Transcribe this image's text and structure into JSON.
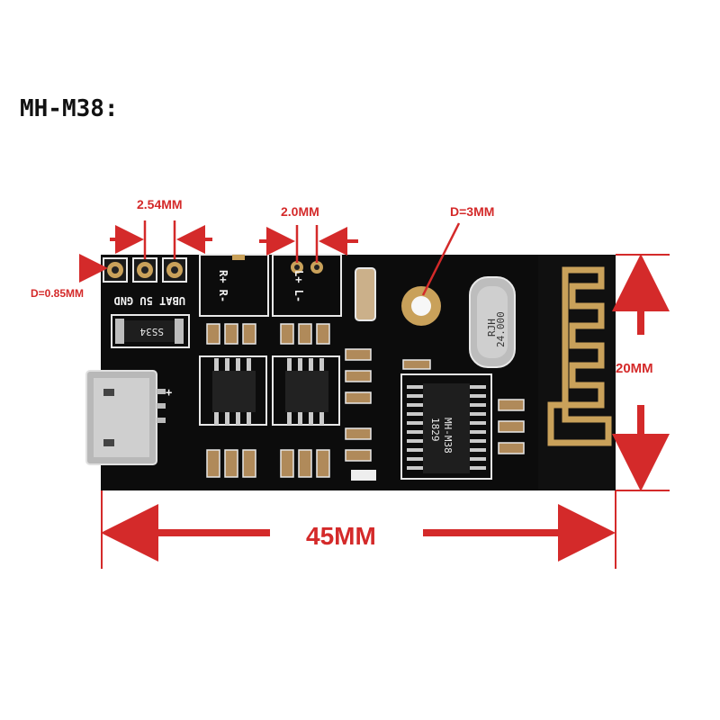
{
  "title": "MH-M38:",
  "dimensions": {
    "pin_pitch_vbat": "2.54MM",
    "pin_pitch_speaker": "2.0MM",
    "hole_diameter": "D=3MM",
    "pad_diameter": "D=0.85MM",
    "height": "20MM",
    "width": "45MM"
  },
  "silkscreen": {
    "power_pins": "UBAT 5U GND",
    "right_channel": "R+ R-",
    "left_channel": "L+ L-",
    "diode": "SS34",
    "chip": "MH-M38",
    "chip_code": "1829",
    "crystal_brand": "RJH",
    "crystal_freq": "24.000",
    "usb_plus": "+"
  },
  "colors": {
    "board": "#0c0c0c",
    "annotation": "#d42a2a",
    "copper": "#c9a15a",
    "silkscreen": "#f2f2f2"
  }
}
